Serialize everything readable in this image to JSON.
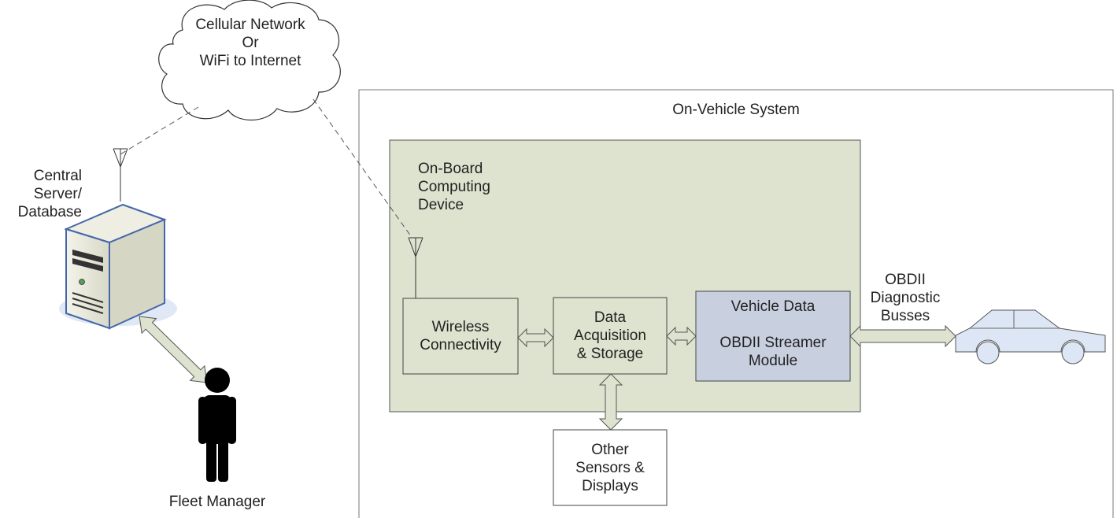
{
  "cloud": {
    "lines": [
      "Cellular Network",
      "Or",
      "WiFi to Internet"
    ]
  },
  "server": {
    "lines": [
      "Central",
      "Server/",
      "Database"
    ]
  },
  "fleet_manager": {
    "label": "Fleet Manager"
  },
  "vehicle_system": {
    "title": "On-Vehicle System"
  },
  "computing_device": {
    "lines": [
      "On-Board",
      "Computing",
      "Device"
    ]
  },
  "wireless": {
    "lines": [
      "Wireless",
      "Connectivity"
    ]
  },
  "data_acq": {
    "lines": [
      "Data",
      "Acquisition",
      "& Storage"
    ]
  },
  "vehicle_data": {
    "lines": [
      "Vehicle Data",
      "",
      "OBDII Streamer",
      "Module"
    ]
  },
  "sensors": {
    "lines": [
      "Other",
      "Sensors &",
      "Displays"
    ]
  },
  "obd_bus": {
    "lines": [
      "OBDII",
      "Diagnostic",
      "Busses"
    ]
  },
  "colors": {
    "vehicle_system_bg": "#ffffff",
    "computing_bg": "#dde3cf",
    "module_bg": "#c8d0e0",
    "arrow_fill": "#dde3cf",
    "car_fill": "#dde6f4"
  }
}
